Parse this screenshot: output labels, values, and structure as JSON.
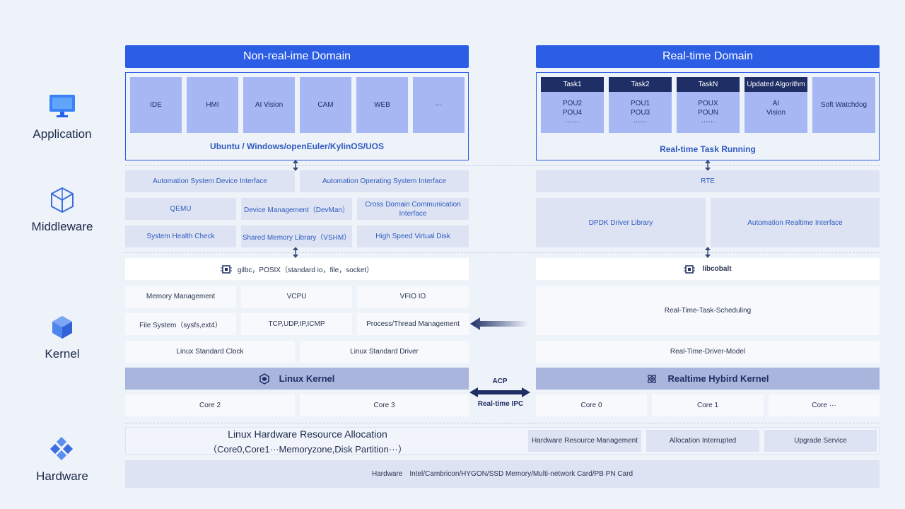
{
  "layers": {
    "application": "Application",
    "middleware": "Middleware",
    "kernel": "Kernel",
    "hardware": "Hardware"
  },
  "non_rt": {
    "title": "Non-real-ime Domain",
    "apps": [
      "IDE",
      "HMI",
      "AI Vision",
      "CAM",
      "WEB",
      "···"
    ],
    "os_label": "Ubuntu / Windows/openEuler/KylinOS/UOS"
  },
  "rt": {
    "title": "Real-time Domain",
    "tasks": [
      {
        "head": "Task1",
        "lines": [
          "POU2",
          "POU4",
          "······"
        ]
      },
      {
        "head": "Task2",
        "lines": [
          "POU1",
          "POU3",
          "······"
        ]
      },
      {
        "head": "TaskN",
        "lines": [
          "POUX",
          "POUN",
          "······"
        ]
      },
      {
        "head": "Updated Algorithm",
        "lines": [
          "AI",
          "Vision"
        ]
      }
    ],
    "watchdog": "Soft Watchdog",
    "running": "Real-time Task Running"
  },
  "middleware": {
    "device_interface": "Automation System Device Interface",
    "os_interface": "Automation Operating System Interface",
    "qemu": "QEMU",
    "devman": "Device Management（DevMan）",
    "cross_domain": "Cross Domain Communication Interface",
    "health": "System Health Check",
    "vshm": "Shared Memory Library（VSHM）",
    "vdisk": "High Speed Virtual Disk",
    "rte": "RTE",
    "dpdk": "DPDK Driver Library",
    "auto_rt": "Automation Realtime Interface"
  },
  "kernel": {
    "glibc": "gilbc，POSIX（standard io，file，socket）",
    "libcobalt": "libcobalt",
    "mem": "Memory Management",
    "vcpu": "VCPU",
    "vfio": "VFIO IO",
    "fs": "File System（sysfs,ext4）",
    "tcp": "TCP,UDP,IP,ICMP",
    "proc": "Process/Thread  Management",
    "clock": "Linux Standard Clock",
    "driver": "Linux Standard Driver",
    "rt_sched": "Real-Time-Task-Scheduling",
    "rt_driver": "Real-Time-Driver-Model",
    "linux_kernel": "Linux Kernel",
    "rt_kernel": "Realtime Hybird Kernel",
    "acp": "ACP",
    "ipc": "Real-time IPC",
    "linux_cores": [
      "Core 2",
      "Core 3"
    ],
    "rt_cores": [
      "Core 0",
      "Core 1",
      "Core ···"
    ]
  },
  "hardware": {
    "alloc_title": "Linux  Hardware Resource Allocation",
    "alloc_sub": "（Core0,Core1···Memoryzone,Disk Partition···）",
    "hrm": "Hardware Resource Management",
    "interrupted": "Allocation Interrupted",
    "upgrade": "Upgrade Service",
    "hw_label": "Hardware",
    "hw_list": "Intel/Cambricon/HYGON/SSD Memory/Multi-network Card/PB PN Card"
  },
  "colors": {
    "header": "#2c5de5",
    "task_head": "#1f2f66",
    "app_box": "#a7b7f4",
    "kernel_bar": "#a9b5dd",
    "accent_text": "#2f5bbf"
  },
  "icons": [
    "monitor-icon",
    "hexagon-cube-icon",
    "cube-icon",
    "cubes-cluster-icon",
    "chip-icon",
    "kernel-hexagon-icon",
    "atom-icon"
  ]
}
